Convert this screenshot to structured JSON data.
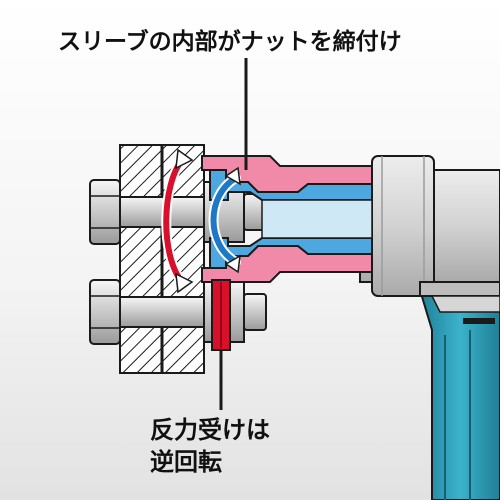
{
  "labels": {
    "top_callout": "スリーブの内部がナットを締付け",
    "bottom_callout_line1": "反力受けは",
    "bottom_callout_line2": "逆回転"
  },
  "colors": {
    "inner_sleeve": "#4ea8e0",
    "outer_sleeve": "#f08aa8",
    "reaction_arm": "#d8102c",
    "rotation_arrow_inner": "#1e78c8",
    "rotation_arrow_outer": "#d8102c",
    "motor_housing": "#2f9fb8",
    "tool_body": "#cfcfcf",
    "outline": "#1a1a1a"
  }
}
